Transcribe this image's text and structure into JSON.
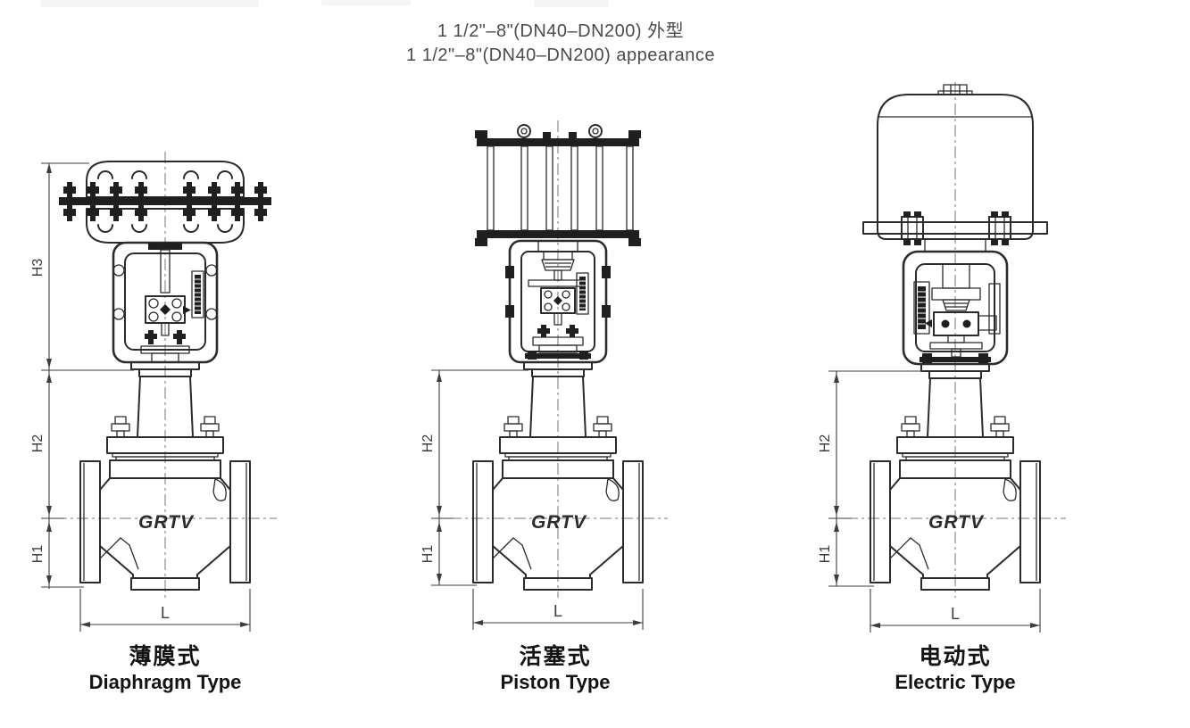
{
  "title": {
    "cn_line": "1 1/2\"–8\"(DN40–DN200) 外型",
    "en_line": "1 1/2\"–8\"(DN40–DN200) appearance"
  },
  "valves": [
    {
      "caption_cn": "薄膜式",
      "caption_en": "Diaphragm Type",
      "brand": "GRTV",
      "dims": {
        "h3": "H3",
        "h2": "H2",
        "h1": "H1",
        "l": "L"
      }
    },
    {
      "caption_cn": "活塞式",
      "caption_en": "Piston Type",
      "brand": "GRTV",
      "dims": {
        "h2": "H2",
        "h1": "H1",
        "l": "L"
      }
    },
    {
      "caption_cn": "电动式",
      "caption_en": "Electric Type",
      "brand": "GRTV",
      "dims": {
        "h2": "H2",
        "h1": "H1",
        "l": "L"
      }
    }
  ],
  "colors": {
    "line": "#2b2b2b",
    "fill_dark": "#1f1f1f",
    "centerline": "#757575",
    "dimension": "#3c3c3c",
    "caption": "#141414",
    "title": "#4b4b4b",
    "background": "#ffffff"
  }
}
